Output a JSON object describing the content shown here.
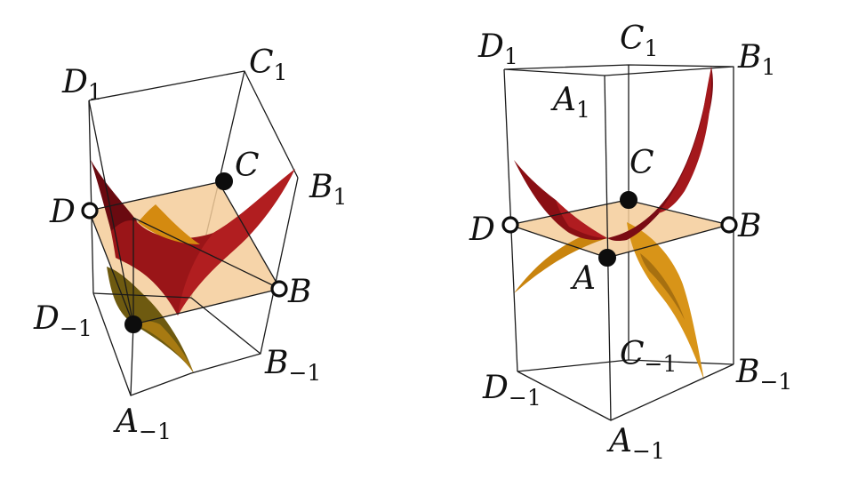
{
  "colors": {
    "plane": "#f5cc9a",
    "surface_dark_red": "#7a0c14",
    "surface_red": "#b11e20",
    "surface_gold": "#d48a10",
    "surface_olive": "#6e5a10",
    "frame": "#1a1a1a",
    "point": "#0d0d0d"
  },
  "figures": [
    {
      "labels": {
        "D1": {
          "base": "D",
          "sub": "1"
        },
        "C1": {
          "base": "C",
          "sub": "1"
        },
        "B1": {
          "base": "B",
          "sub": "1"
        },
        "C": {
          "base": "C",
          "sub": ""
        },
        "D": {
          "base": "D",
          "sub": ""
        },
        "B": {
          "base": "B",
          "sub": ""
        },
        "Dm1": {
          "base": "D",
          "sub": "−1"
        },
        "Bm1": {
          "base": "B",
          "sub": "−1"
        },
        "Am1": {
          "base": "A",
          "sub": "−1"
        }
      }
    },
    {
      "labels": {
        "D1": {
          "base": "D",
          "sub": "1"
        },
        "C1": {
          "base": "C",
          "sub": "1"
        },
        "B1": {
          "base": "B",
          "sub": "1"
        },
        "A1": {
          "base": "A",
          "sub": "1"
        },
        "C": {
          "base": "C",
          "sub": ""
        },
        "D": {
          "base": "D",
          "sub": ""
        },
        "B": {
          "base": "B",
          "sub": ""
        },
        "A": {
          "base": "A",
          "sub": ""
        },
        "Dm1": {
          "base": "D",
          "sub": "−1"
        },
        "Cm1": {
          "base": "C",
          "sub": "−1"
        },
        "Bm1": {
          "base": "B",
          "sub": "−1"
        },
        "Am1": {
          "base": "A",
          "sub": "−1"
        }
      }
    }
  ]
}
